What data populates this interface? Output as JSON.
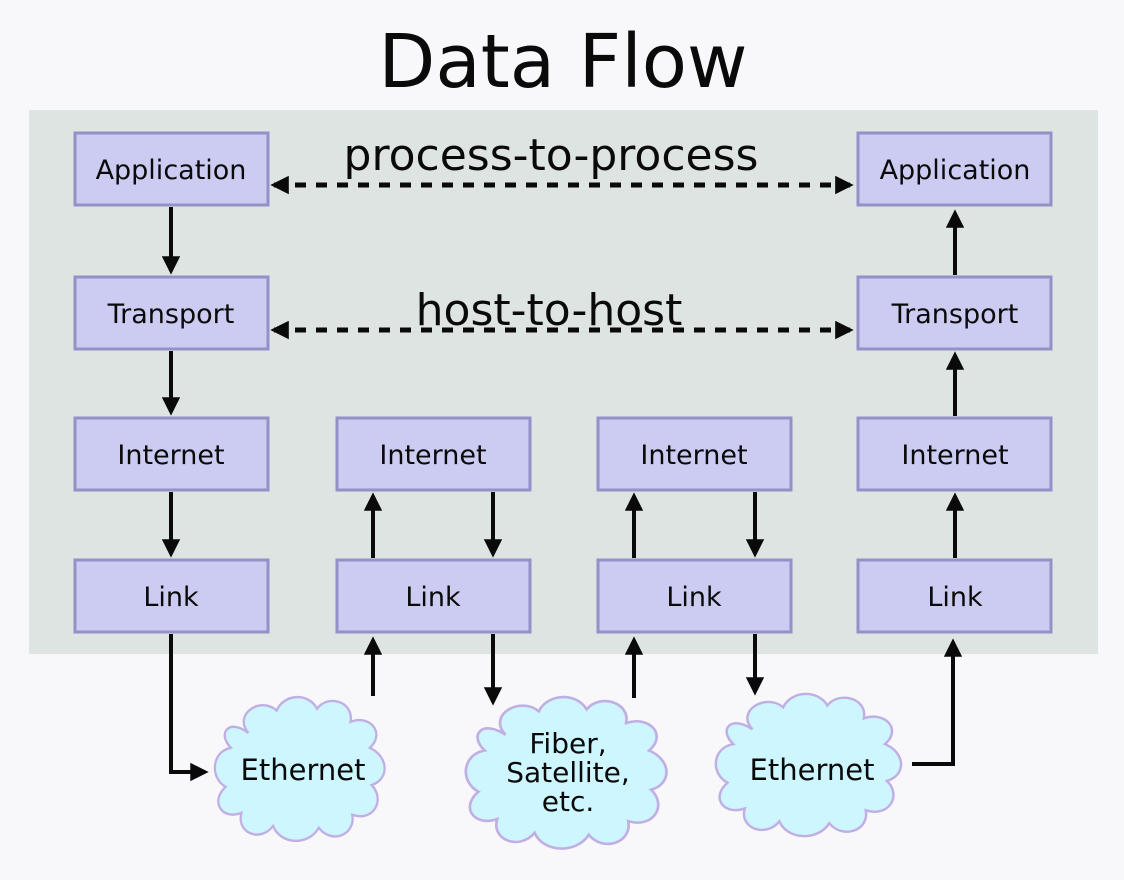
{
  "title": "Data Flow",
  "links": {
    "process_label": "process-to-process",
    "host_label": "host-to-host"
  },
  "nodes": {
    "host_a": {
      "layers": [
        "Application",
        "Transport",
        "Internet",
        "Link"
      ]
    },
    "router_1": {
      "layers": [
        "Internet",
        "Link"
      ]
    },
    "router_2": {
      "layers": [
        "Internet",
        "Link"
      ]
    },
    "host_b": {
      "layers": [
        "Application",
        "Transport",
        "Internet",
        "Link"
      ]
    }
  },
  "clouds": [
    {
      "label": "Ethernet"
    },
    {
      "label_lines": [
        "Fiber,",
        "Satellite,",
        "etc."
      ]
    },
    {
      "label": "Ethernet"
    }
  ],
  "colors": {
    "page_bg": "#f8f8fb",
    "panel_bg": "#dde4e2",
    "box_fill": "#ccccf2",
    "box_border": "#9292c8",
    "cloud_fill": "#cdf6ff",
    "cloud_border": "#c1afe3",
    "line": "#0a0a0a",
    "text": "#0a0a0a"
  }
}
